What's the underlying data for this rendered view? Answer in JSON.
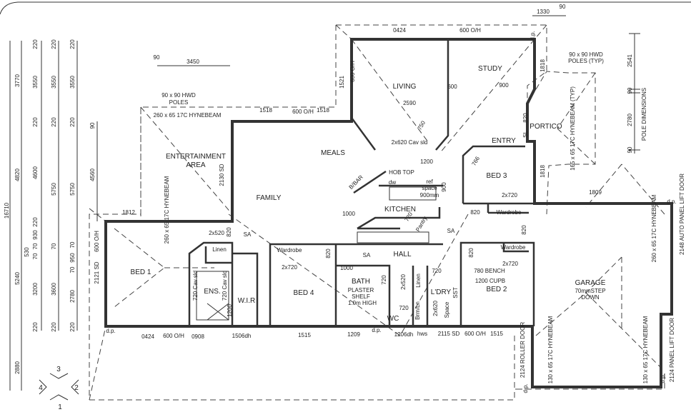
{
  "rooms": {
    "living": "LIVING",
    "study": "STUDY",
    "meals": "MEALS",
    "family": "FAMILY",
    "entertainment_1": "ENTERTAINMENT",
    "entertainment_2": "AREA",
    "kitchen": "KITCHEN",
    "hall": "HALL",
    "bed1": "BED 1",
    "ens": "ENS.",
    "wir": "W.I.R",
    "bed4": "BED 4",
    "bath": "BATH",
    "wc": "WC",
    "laundry": "L'DRY",
    "bed2": "BED 2",
    "bed3": "BED 3",
    "garage": "GARAGE",
    "garage_note_1": "70mmSTEP",
    "garage_note_2": "DOWN",
    "portico": "PORTICO",
    "entry": "ENTRY"
  },
  "compass": {
    "n1": "1",
    "n2": "2",
    "n3": "3",
    "n4": "4"
  },
  "annotations": [
    "16710",
    "3770",
    "4820",
    "5240",
    "2880",
    "220",
    "3550",
    "220",
    "4600",
    "220",
    "930",
    "530",
    "70",
    "70",
    "3200",
    "220",
    "220",
    "3550",
    "220",
    "5750",
    "70",
    "3600",
    "220",
    "220",
    "3550",
    "220",
    "5750",
    "70",
    "950",
    "70",
    "2780",
    "220",
    "90",
    "4560",
    "90",
    "3450",
    "1330",
    "90",
    "2541",
    "90",
    "2780",
    "90",
    "POLE DIMENSIONS",
    "90 x 90 HWD",
    "POLES",
    "260 x 65 17C HYNEBEAM",
    "260 x 65 17C HYNEBEAM",
    "2130 SD",
    "1518",
    "600 O/H",
    "1518",
    "0424",
    "600 O/H",
    "600 O/H",
    "1521",
    "600",
    "900",
    "2590",
    "750",
    "2x620 Cav sld",
    "1818",
    "90 x 90 HWD",
    "POLES (TYP)",
    "165 x 65 17C HYNEBEAM (TYP)",
    "820",
    "SL",
    "1200",
    "900",
    "766",
    "1818",
    "HOB TOP",
    "B/BAR",
    "dw",
    "ref",
    "space",
    "900mm",
    "1809",
    "2x720",
    "Wardrobe",
    "820",
    "1000",
    "1812",
    "2x520",
    "820",
    "Linen",
    "Wardrobe",
    "2x720",
    "820",
    "600 O/H",
    "2121 SD",
    "720 Cav sld",
    "720 Cav sld",
    "1200",
    "0424",
    "600 O/H",
    "0908",
    "1506dh",
    "1515",
    "1209",
    "d.p.",
    "1206dh",
    "hws",
    "2115 SD",
    "600 O/H",
    "1515",
    "780 BENCH",
    "1200 CUPB",
    "2x520",
    "Linen",
    "720",
    "720",
    "720",
    "PLASTER",
    "SHELF",
    "1.0m HIGH",
    "1000",
    "Brm/Ln",
    "2x620",
    "Space",
    "SST",
    "Wardrobe",
    "2x720",
    "820",
    "820",
    "Pantry",
    "720",
    "260 x 65 17C HYNEBEAM",
    "2148 AUTO PANEL LIFT DOOR",
    "2124 ROLLER DOOR",
    "130 x 65 17C HYNEBEAM",
    "130 x 65 17C HYNEBEAM",
    "2124 PANEL LIFT DOOR",
    "d.p.",
    "d.p.",
    "d.p.",
    "d.p.",
    "d.p.",
    "SA",
    "SA",
    "SA"
  ]
}
